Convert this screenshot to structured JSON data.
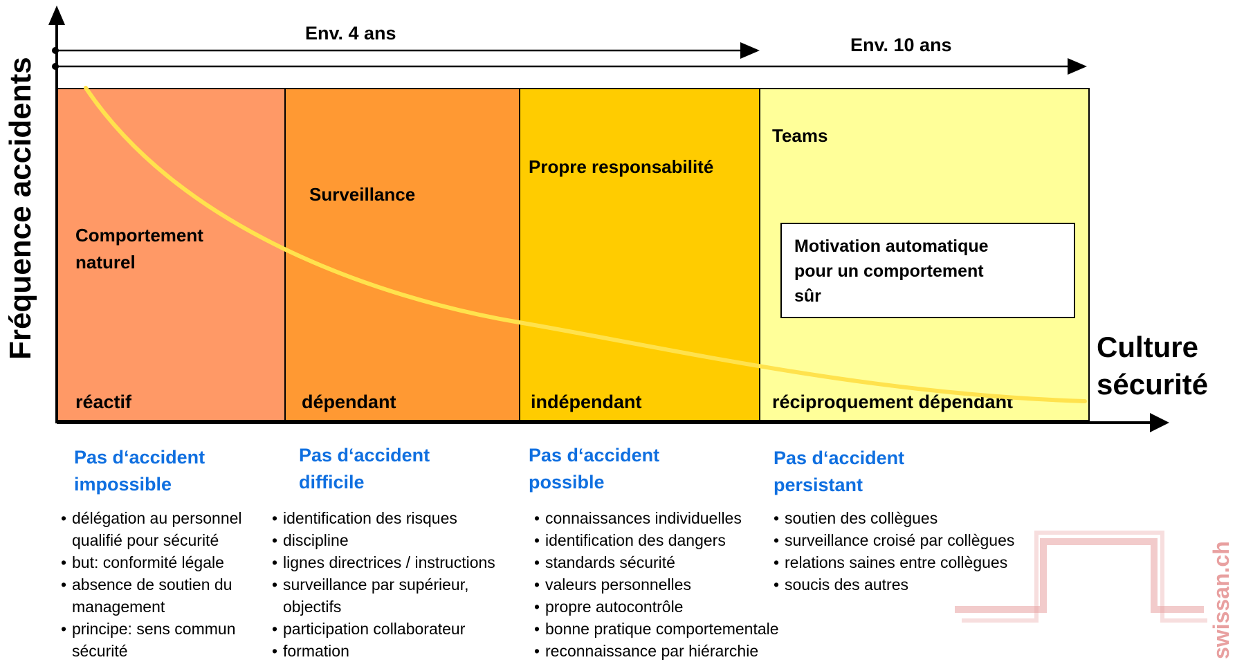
{
  "axes": {
    "y_label": "Fréquence accidents",
    "x_label_line1": "Culture",
    "x_label_line2": "sécurité"
  },
  "periods": [
    {
      "label": "Env. 4 ans"
    },
    {
      "label": "Env. 10 ans"
    }
  ],
  "zones": [
    {
      "title_line1": "Comportement",
      "title_line2": "naturel",
      "level": "réactif",
      "color": "#FF9966"
    },
    {
      "title_line1": "Surveillance",
      "title_line2": "",
      "level": "dépendant",
      "color": "#FF9933"
    },
    {
      "title_line1": "Propre responsabilité",
      "title_line2": "",
      "level": "indépendant",
      "color": "#FFCC00"
    },
    {
      "title_line1": "Teams",
      "title_line2": "",
      "level": "réciproquement dépendant",
      "color": "#FFFF99"
    }
  ],
  "motivation_box": {
    "line1": "Motivation automatique",
    "line2": "pour un comportement",
    "line3": "sûr"
  },
  "curve_color": "#FFE24D",
  "heading_color": "#0F6FE0",
  "columns": [
    {
      "heading_line1": "Pas d‘accident",
      "heading_line2": "impossible",
      "bullets": [
        "délégation au personnel",
        "qualifié pour sécurité",
        "but: conformité légale",
        "absence de soutien du",
        "management",
        "principe: sens commun",
        "sécurité"
      ]
    },
    {
      "heading_line1": "Pas d‘accident",
      "heading_line2": "difficile",
      "bullets": [
        "identification des risques",
        "discipline",
        "lignes directrices / instructions",
        "surveillance par supérieur,",
        "objectifs",
        "participation collaborateur",
        "formation"
      ]
    },
    {
      "heading_line1": "Pas d‘accident",
      "heading_line2": "possible",
      "bullets": [
        "connaissances individuelles",
        "identification des dangers",
        "standards sécurité",
        "valeurs personnelles",
        "propre autocontrôle",
        "bonne pratique comportementale",
        "reconnaissance par hiérarchie"
      ]
    },
    {
      "heading_line1": "Pas d‘accident",
      "heading_line2": "persistant",
      "bullets": [
        "soutien des collègues",
        "surveillance croisé par collègues",
        "relations saines entre collègues",
        "soucis des autres"
      ]
    }
  ],
  "watermark": {
    "text": "swissan.ch",
    "color": "#E8A0A0"
  }
}
